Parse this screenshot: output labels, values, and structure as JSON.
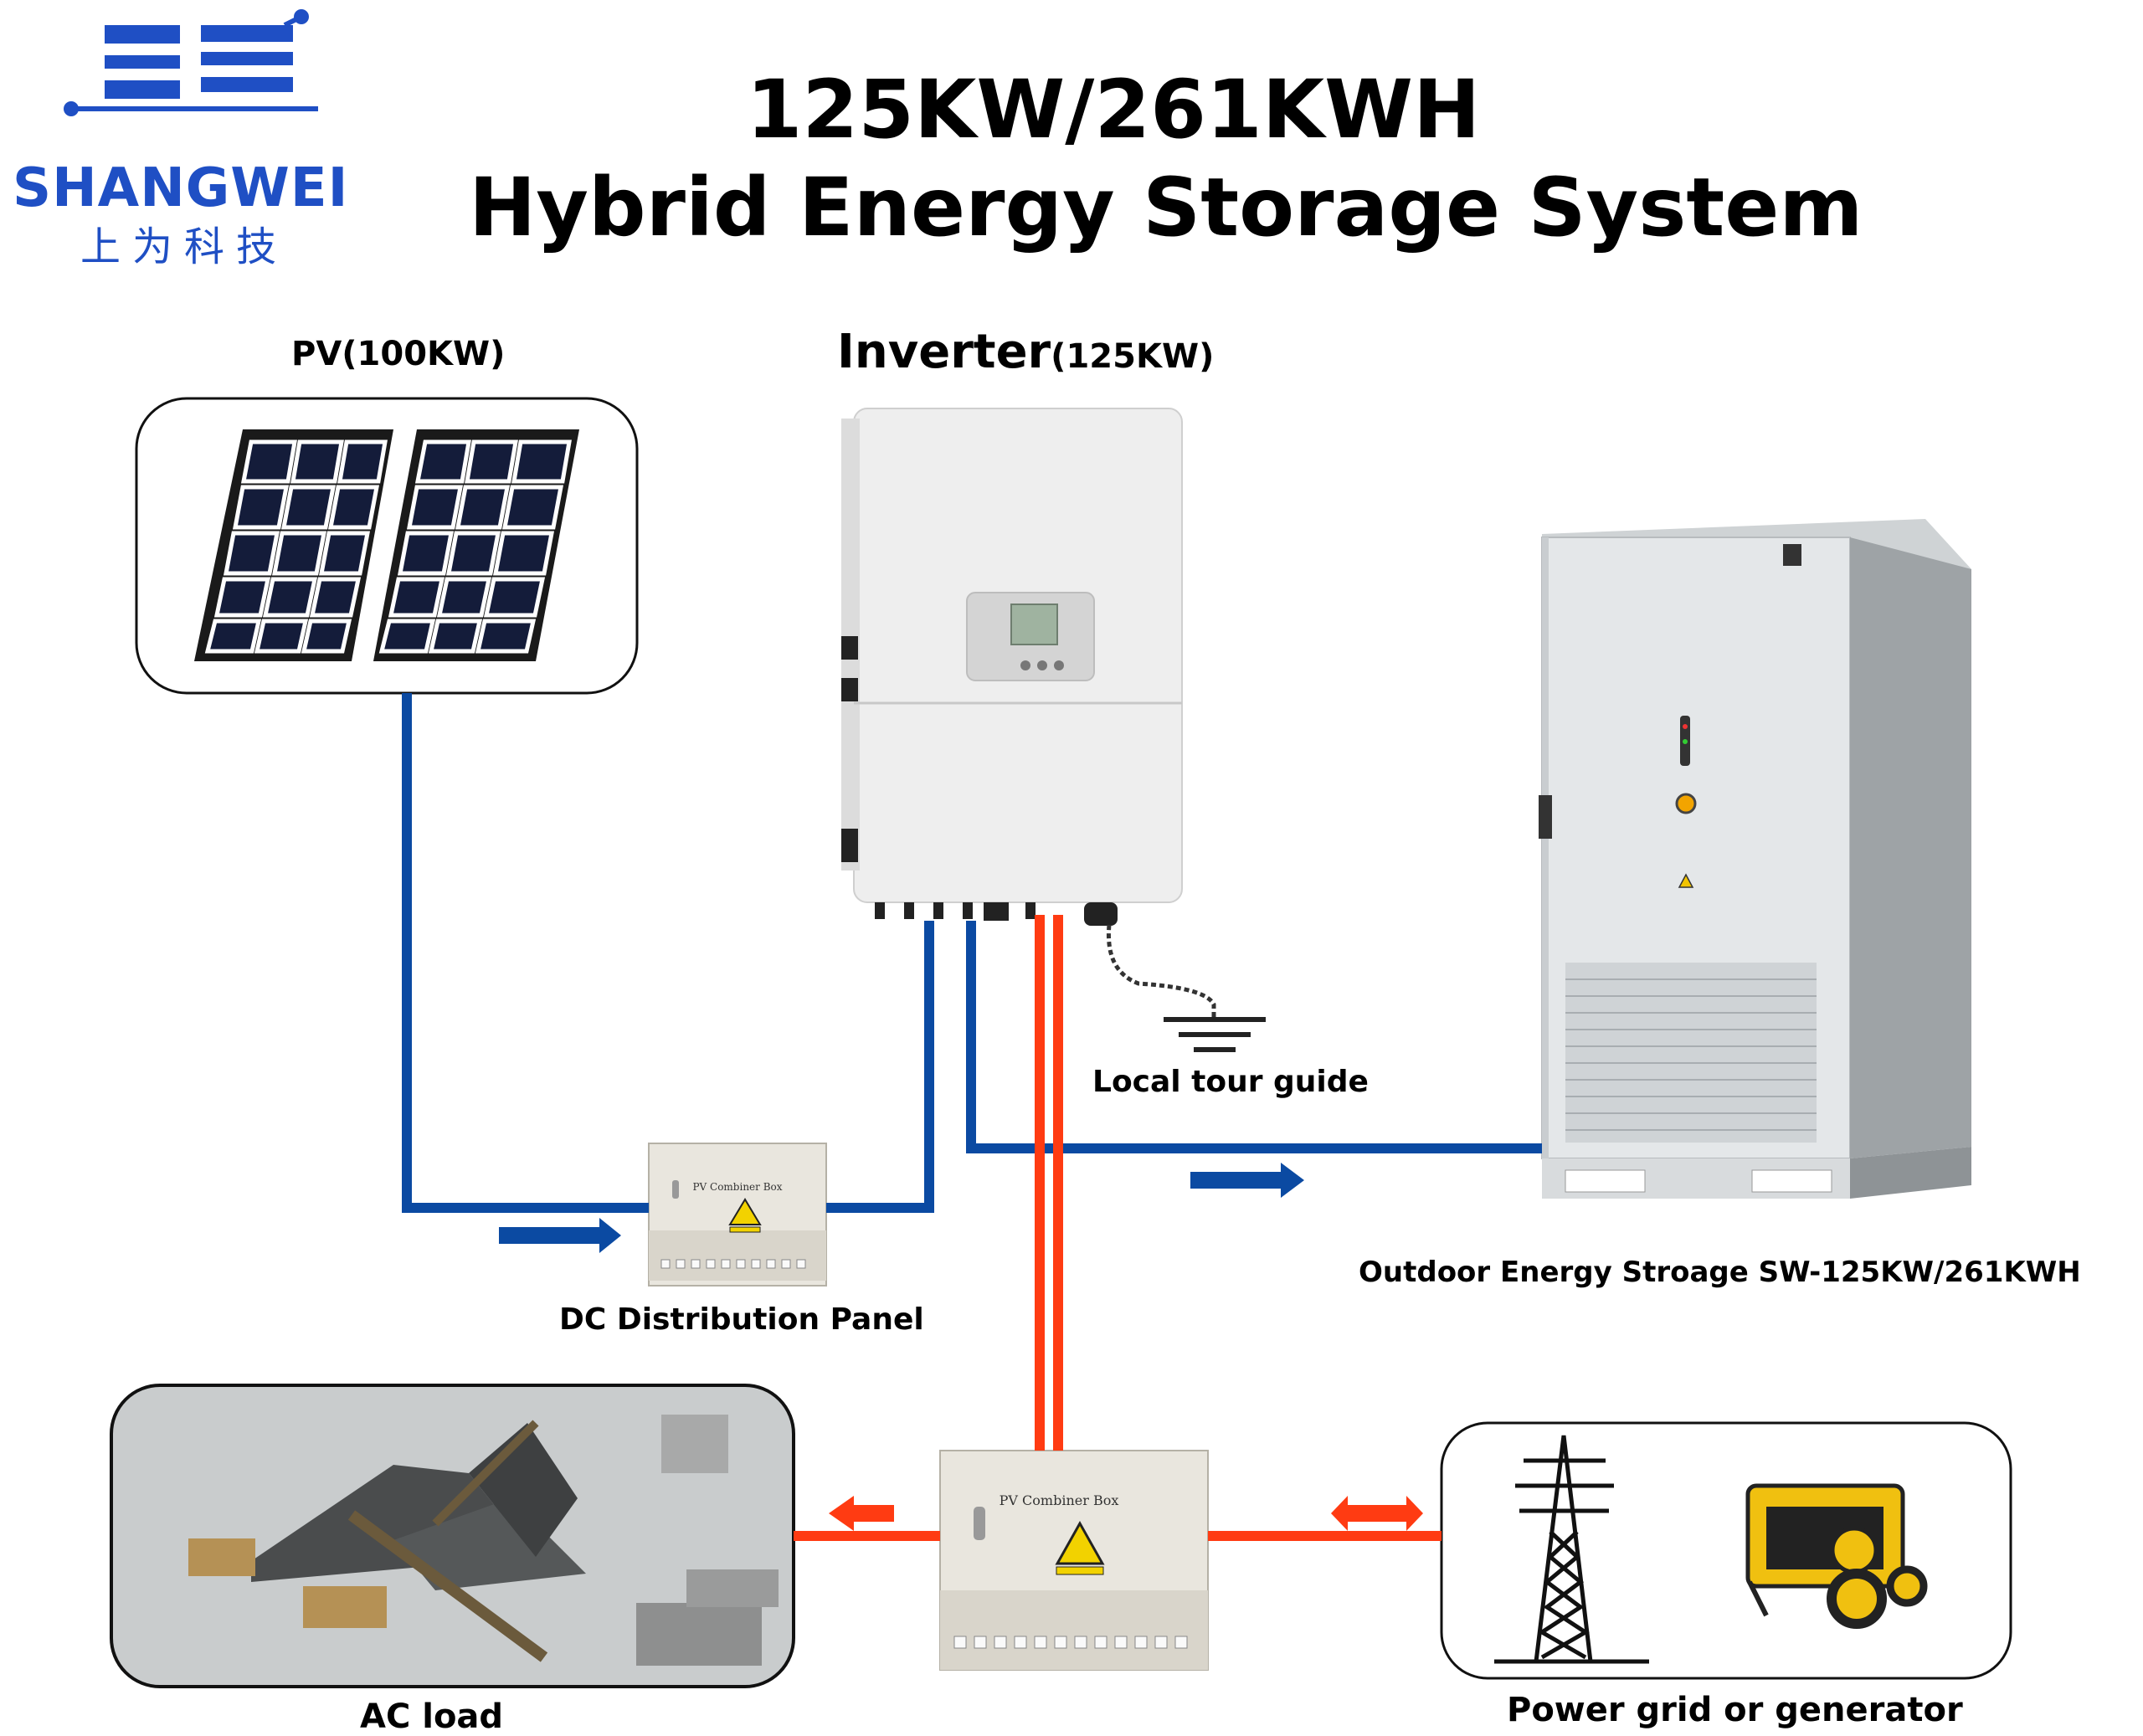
{
  "brand": {
    "name": "SHANGWEI",
    "name_cn": "上为科技"
  },
  "title": {
    "line1": "125KW/261KWH",
    "line2": "Hybrid Energy Storage System"
  },
  "pv": {
    "label": "PV(100KW)"
  },
  "inverter": {
    "label": "Inverter",
    "rating": "(125KW)"
  },
  "ground": {
    "label": "Local tour guide"
  },
  "dc_panel": {
    "label": "DC Distribution Panel",
    "box_text": "PV Combiner Box"
  },
  "ac_box": {
    "box_text": "PV Combiner Box"
  },
  "storage": {
    "label": "Outdoor Energy Stroage SW-125KW/261KWH"
  },
  "ac_load": {
    "label": "AC load"
  },
  "grid": {
    "label": "Power grid or generator"
  },
  "colors": {
    "dc_line": "#0b4aa2",
    "ac_line": "#ff3b12",
    "brand": "#1f4fc4"
  }
}
